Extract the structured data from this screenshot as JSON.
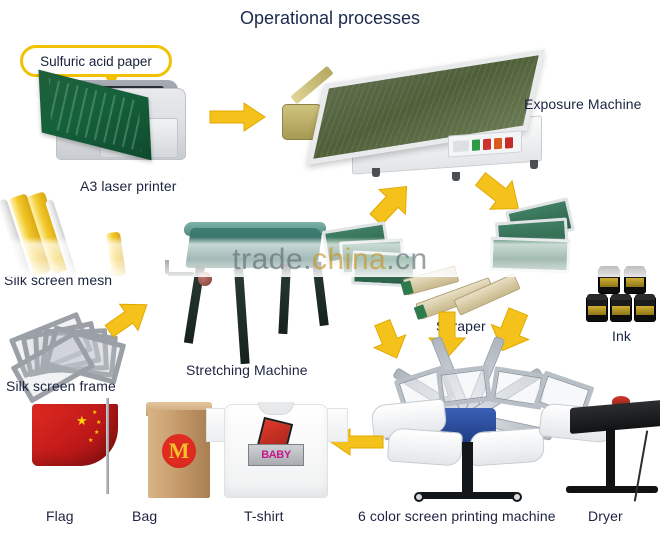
{
  "page": {
    "title": "Operational processes",
    "watermark_prefix": "trade.",
    "watermark_highlight": "china",
    "watermark_suffix": ".cn",
    "background": "#ffffff",
    "title_color": "#1b2a4d",
    "label_color": "#1b2440",
    "arrow_color": "#f5c21b",
    "callout_border_color": "#f2c200"
  },
  "callout": {
    "text": "Sulfuric acid paper"
  },
  "steps": [
    {
      "id": "a3-laser-printer",
      "label": "A3 laser printer"
    },
    {
      "id": "exposure-machine",
      "label": "Exposure Machine"
    },
    {
      "id": "silk-screen-mesh",
      "label": "Silk screen mesh"
    },
    {
      "id": "silk-screen-frame",
      "label": "Silk screen frame"
    },
    {
      "id": "stretching-machine",
      "label": "Stretching Machine"
    },
    {
      "id": "scraper",
      "label": "Scraper"
    },
    {
      "id": "ink",
      "label": "Ink"
    },
    {
      "id": "six-color-printing-machine",
      "label": "6 color screen printing machine"
    },
    {
      "id": "dryer",
      "label": "Dryer"
    },
    {
      "id": "flag",
      "label": "Flag"
    },
    {
      "id": "bag",
      "label": "Bag"
    },
    {
      "id": "t-shirt",
      "label": "T-shirt"
    }
  ],
  "arrows": [
    {
      "id": "printer-to-exposure",
      "direction": "right"
    },
    {
      "id": "exposure-to-green-frames",
      "direction": "down-right"
    },
    {
      "id": "green-frames-to-exposure",
      "direction": "up-right"
    },
    {
      "id": "frame-to-stretching",
      "direction": "up-right"
    },
    {
      "id": "scraper-to-press",
      "direction": "down-right"
    },
    {
      "id": "frames-to-press",
      "direction": "down"
    },
    {
      "id": "ink-to-press",
      "direction": "down-left"
    },
    {
      "id": "press-to-tshirt",
      "direction": "left"
    }
  ]
}
